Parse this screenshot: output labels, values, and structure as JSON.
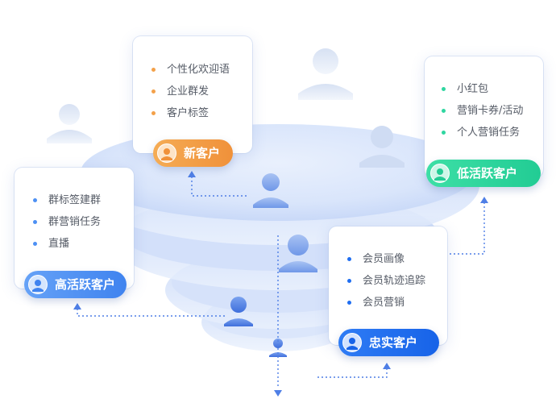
{
  "colors": {
    "new": "#f3a14a",
    "low": "#2fd6a0",
    "high": "#4d90f4",
    "loyal": "#1f6ef1",
    "connector": "#4f7fe6",
    "ghost": "#dbe4f3"
  },
  "icons": {
    "avatar": "user-avatar-icon",
    "person": "person-icon",
    "arrow": "arrow-head-icon"
  },
  "segments": {
    "new_customer": {
      "label": "新客户",
      "items": [
        "个性化欢迎语",
        "企业群发",
        "客户标签"
      ]
    },
    "low_active": {
      "label": "低活跃客户",
      "items": [
        "小红包",
        "营销卡券/活动",
        "个人营销任务"
      ]
    },
    "high_active": {
      "label": "高活跃客户",
      "items": [
        "群标签建群",
        "群营销任务",
        "直播"
      ]
    },
    "loyal": {
      "label": "忠实客户",
      "items": [
        "会员画像",
        "会员轨迹追踪",
        "会员营销"
      ]
    }
  }
}
